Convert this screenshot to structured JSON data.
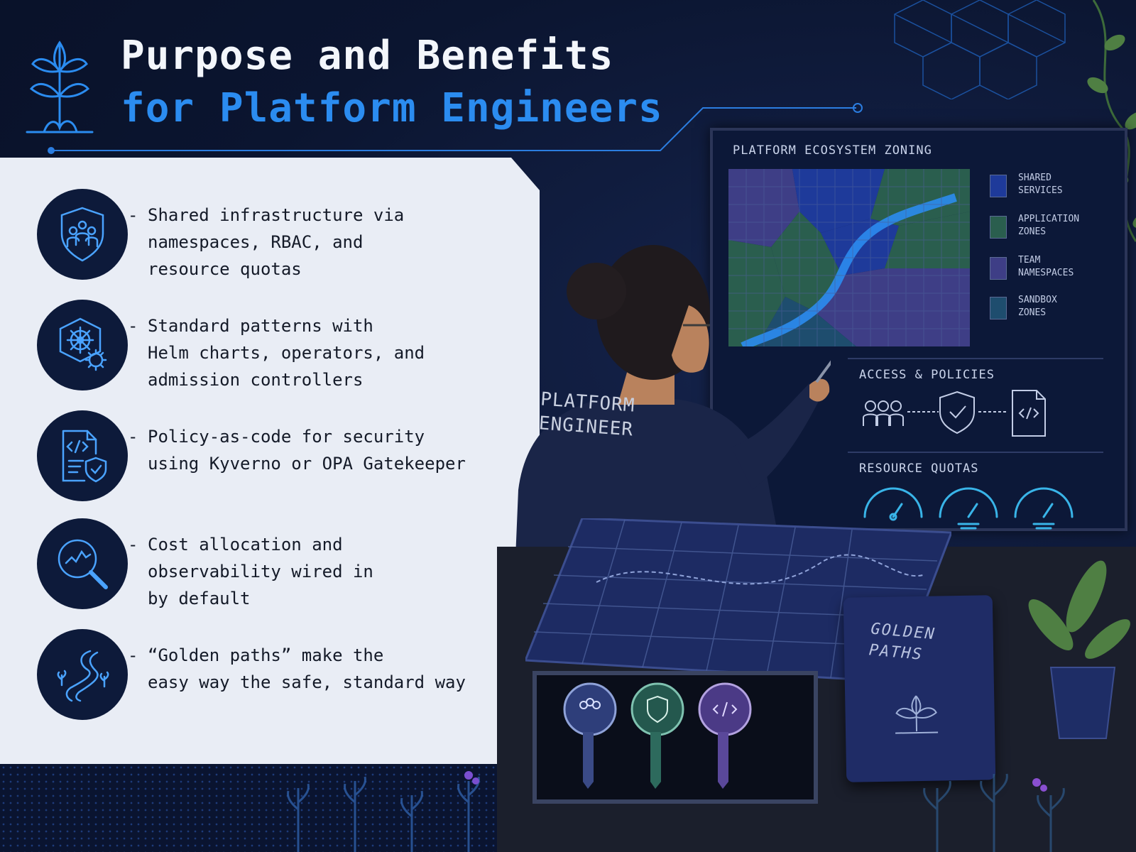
{
  "header": {
    "title_line1": "Purpose and Benefits",
    "title_line2": "for Platform Engineers"
  },
  "colors": {
    "background": "#0b1530",
    "accent": "#2b8cf0",
    "panel": "#e9edf5",
    "badge": "#0d1a3a"
  },
  "benefits": [
    {
      "icon": "shield-team-icon",
      "text": "Shared infrastructure via\nnamespaces, RBAC, and\nresource quotas"
    },
    {
      "icon": "helm-gear-icon",
      "text": "Standard patterns with\nHelm charts, operators, and\nadmission controllers"
    },
    {
      "icon": "code-policy-icon",
      "text": "Policy-as-code for security\nusing Kyverno or OPA Gatekeeper"
    },
    {
      "icon": "magnify-chart-icon",
      "text": "Cost allocation and\nobservability wired in\nby default"
    },
    {
      "icon": "golden-path-icon",
      "text": "“Golden paths” make the\neasy way the safe, standard way"
    }
  ],
  "bullet": "-",
  "board": {
    "title": "PLATFORM ECOSYSTEM ZONING",
    "legend": [
      {
        "label": "SHARED\nSERVICES",
        "color": "#1e3a9a"
      },
      {
        "label": "APPLICATION\nZONES",
        "color": "#2a5e4e"
      },
      {
        "label": "TEAM\nNAMESPACES",
        "color": "#3e3e86"
      },
      {
        "label": "SANDBOX\nZONES",
        "color": "#1e4d6e"
      }
    ],
    "access_title": "ACCESS & POLICIES",
    "quotas_title": "RESOURCE QUOTAS"
  },
  "jacket_text": "PLATFORM\nENGINEER",
  "book_title": "GOLDEN\nPATHS"
}
